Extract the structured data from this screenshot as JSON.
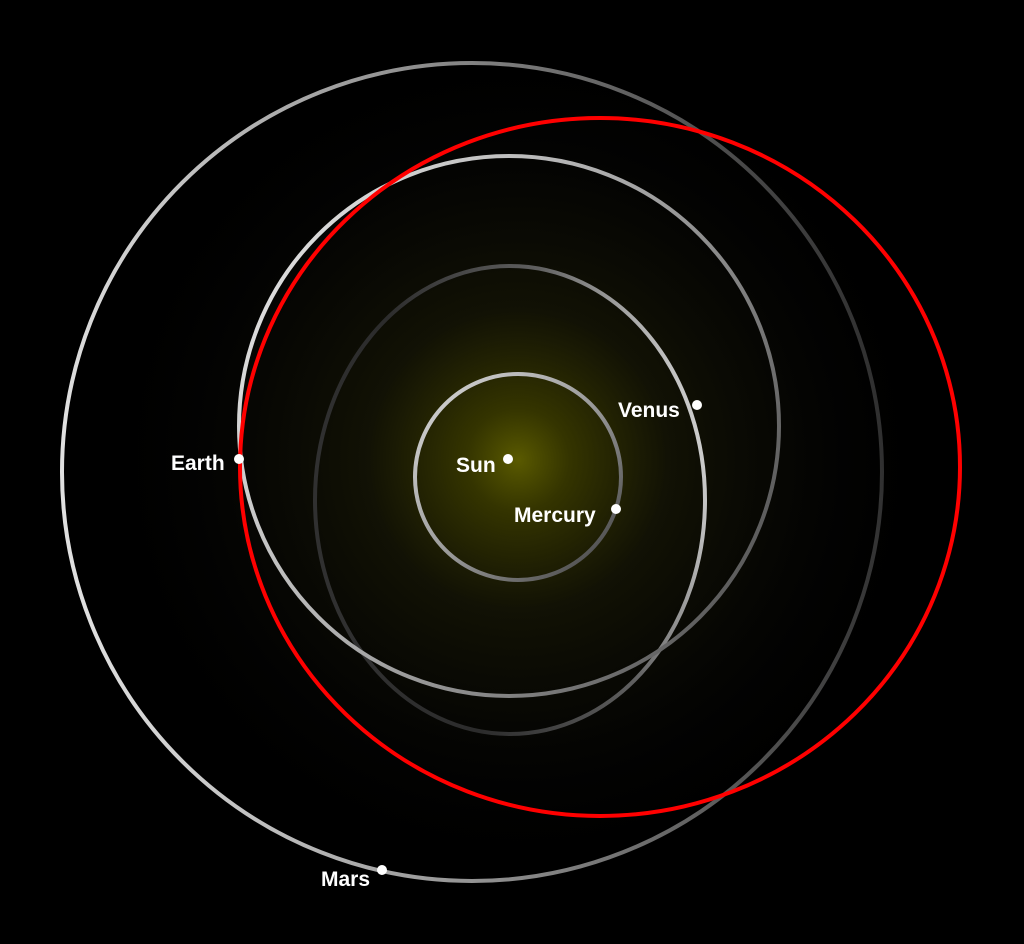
{
  "colors": {
    "background": "#000000",
    "sun_glow": "#5a5a00",
    "orbit_light": "#d0d0d0",
    "orbit_dark": "#303030",
    "highlight_orbit": "#ff0000",
    "label": "#ffffff"
  },
  "bodies": {
    "sun": {
      "label": "Sun"
    },
    "mercury": {
      "label": "Mercury"
    },
    "venus": {
      "label": "Venus"
    },
    "earth": {
      "label": "Earth"
    },
    "mars": {
      "label": "Mars"
    }
  },
  "highlighted_orbit": {
    "color": "red"
  }
}
